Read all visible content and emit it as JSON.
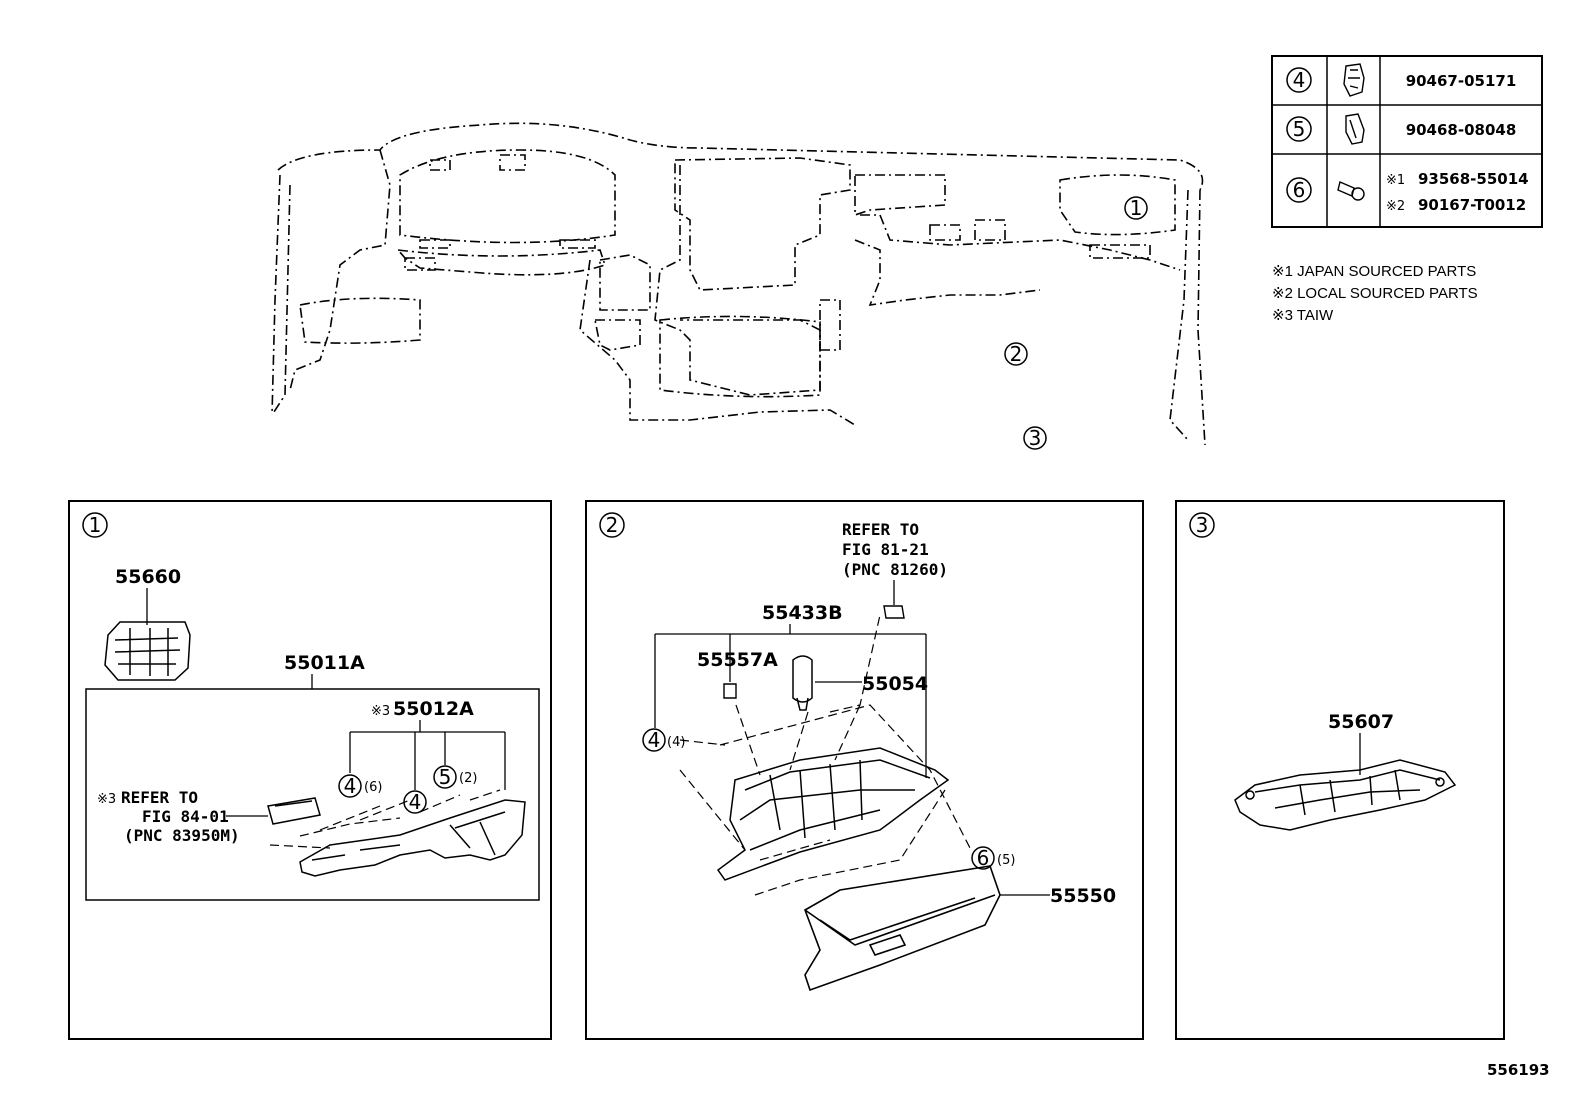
{
  "legend_table": {
    "rows": [
      {
        "ref": "4",
        "part": "90467-05171"
      },
      {
        "ref": "5",
        "part": "90468-08048"
      },
      {
        "ref": "6",
        "part_1_mark": "※1",
        "part_1": "93568-55014",
        "part_2_mark": "※2",
        "part_2": "90167-T0012"
      }
    ]
  },
  "notes": [
    "※1 JAPAN SOURCED PARTS",
    "※2 LOCAL SOURCED PARTS",
    "※3 TAIW"
  ],
  "overview": {
    "callout_1": "1",
    "callout_2": "2",
    "callout_3": "3"
  },
  "panel_1": {
    "index": "1",
    "p55660": "55660",
    "p55011A": "55011A",
    "p55012A_mark": "※3",
    "p55012A": "55012A",
    "ref4a": "4",
    "ref4a_qty": "(6)",
    "ref4b": "4",
    "ref5": "5",
    "ref5_qty": "(2)",
    "refer_mark": "※3",
    "refer_line1": "REFER TO",
    "refer_line2": "FIG 84-01",
    "refer_line3": "(PNC 83950M)"
  },
  "panel_2": {
    "index": "2",
    "refer_line1": "REFER TO",
    "refer_line2": "FIG 81-21",
    "refer_line3": "(PNC 81260)",
    "p55433B": "55433B",
    "p55557A": "55557A",
    "p55054": "55054",
    "ref4": "4",
    "ref4_qty": "(4)",
    "ref6": "6",
    "ref6_qty": "(5)",
    "p55550": "55550"
  },
  "panel_3": {
    "index": "3",
    "p55607": "55607"
  },
  "figure_id": "556193"
}
